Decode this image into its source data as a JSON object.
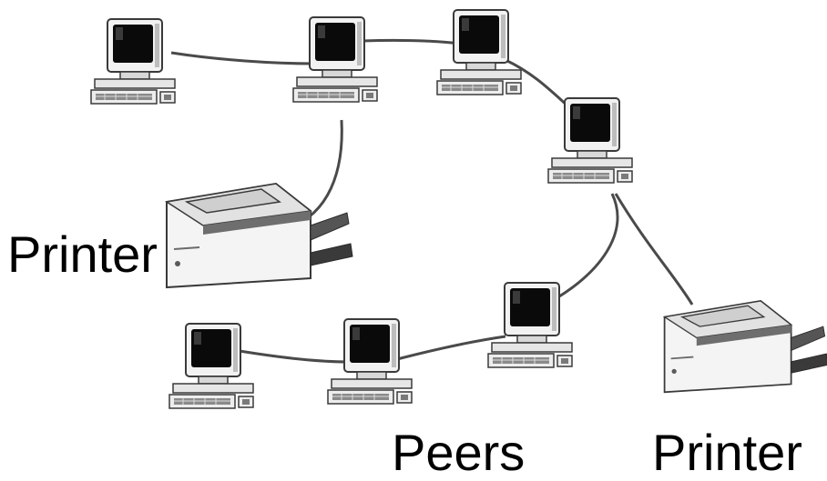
{
  "labels": {
    "printer_left": "Printer",
    "peers": "Peers",
    "printer_right": "Printer"
  },
  "colors": {
    "cable": "#4a4a4a",
    "screen": "#0a0a0a",
    "case_light": "#f4f4f4",
    "case_dark": "#6e6e6e",
    "label": "#000000"
  },
  "icons": {
    "peer": "desktop-computer-icon",
    "printer": "laser-printer-icon"
  }
}
